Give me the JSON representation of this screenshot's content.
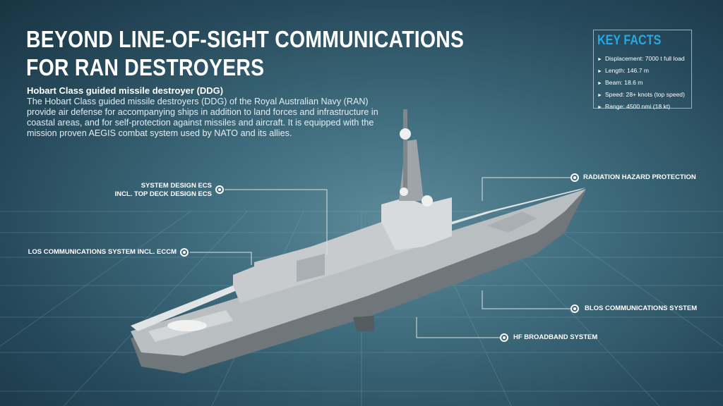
{
  "title_line1": "BEYOND LINE-OF-SIGHT COMMUNICATIONS",
  "title_line2": "FOR RAN DESTROYERS",
  "subtitle": "Hobart Class guided missile destroyer (DDG)",
  "description": "The Hobart Class guided missile destroyers (DDG) of the Royal Australian Navy (RAN) provide air defense for accompanying ships in addition to land forces and infrastructure in coastal areas, and for self-protection against missiles and aircraft. It is equipped with the mission proven AEGIS combat system used by NATO and its allies.",
  "key_facts": {
    "heading": "KEY FACTS",
    "items": [
      "Displacement: 7000 t full load",
      "Length: 146.7 m",
      "Beam: 18.6 m",
      "Speed: 28+ knots (top speed)",
      "Range: 4500 nmi (18 kt)"
    ]
  },
  "callouts": {
    "system_design_1": "SYSTEM DESIGN ECS",
    "system_design_2": "INCL. TOP DECK DESIGN ECS",
    "los": "LOS COMMUNICATIONS SYSTEM INCL. ECCM",
    "radhaz": "RADIATION HAZARD PROTECTION",
    "blos": "BLOS COMMUNICATIONS SYSTEM",
    "hf": "HF BROADBAND SYSTEM"
  },
  "colors": {
    "accent": "#28a7e2",
    "background": "#3f6d7e"
  }
}
